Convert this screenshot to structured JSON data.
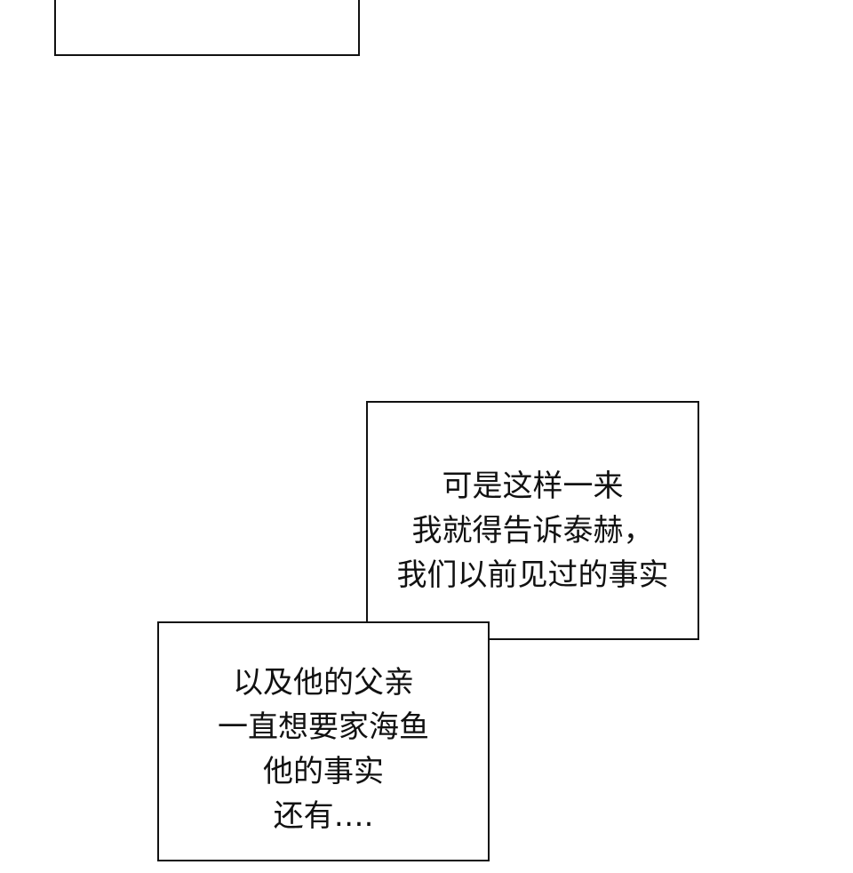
{
  "panel_a": {
    "lines": [
      "可是这样一来",
      "我就得告诉泰赫，",
      "我们以前见过的事实"
    ]
  },
  "panel_b": {
    "lines": [
      "以及他的父亲",
      "一直想要家海鱼",
      "他的事实",
      "还有…."
    ]
  }
}
